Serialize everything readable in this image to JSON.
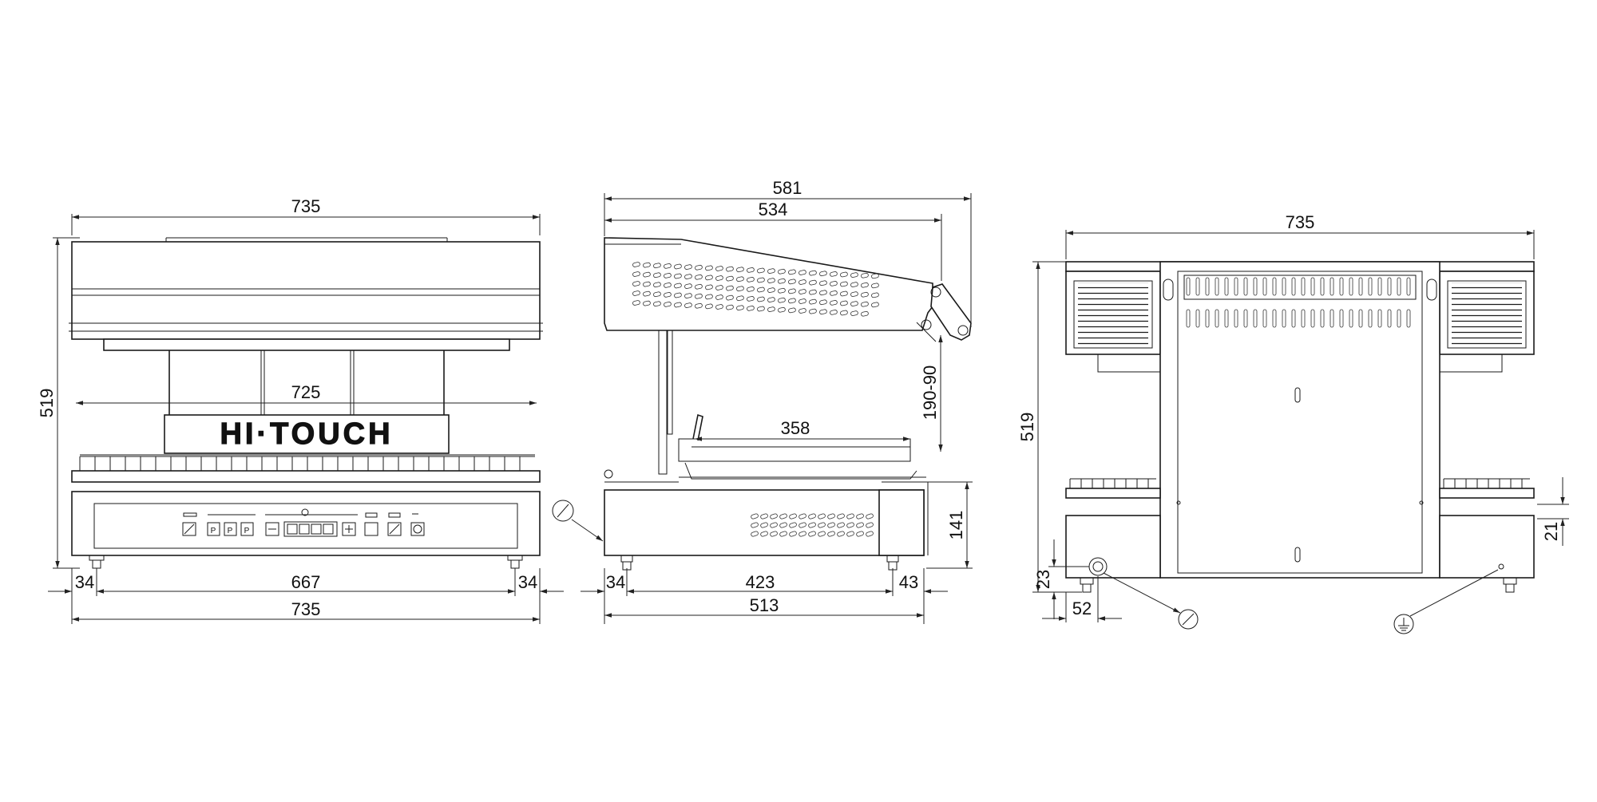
{
  "drawing": {
    "front_view": {
      "brand_logo_text": "HI·TOUCH",
      "dims": {
        "overall_width_top": "735",
        "height": "519",
        "grill_width": "725",
        "foot_offset_left": "34",
        "foot_span": "667",
        "foot_offset_right": "34",
        "overall_width_bottom": "735"
      }
    },
    "side_view": {
      "dims": {
        "overall_depth": "581",
        "hood_depth": "534",
        "hood_travel": "190-90",
        "grill_depth": "358",
        "base_height": "141",
        "foot_offset_left": "34",
        "foot_span": "423",
        "foot_offset_right": "43",
        "base_depth": "513"
      }
    },
    "rear_view": {
      "dims": {
        "overall_width": "735",
        "height": "519",
        "shelf_height": "21",
        "connector_height": "23",
        "connector_offset": "52"
      }
    }
  }
}
